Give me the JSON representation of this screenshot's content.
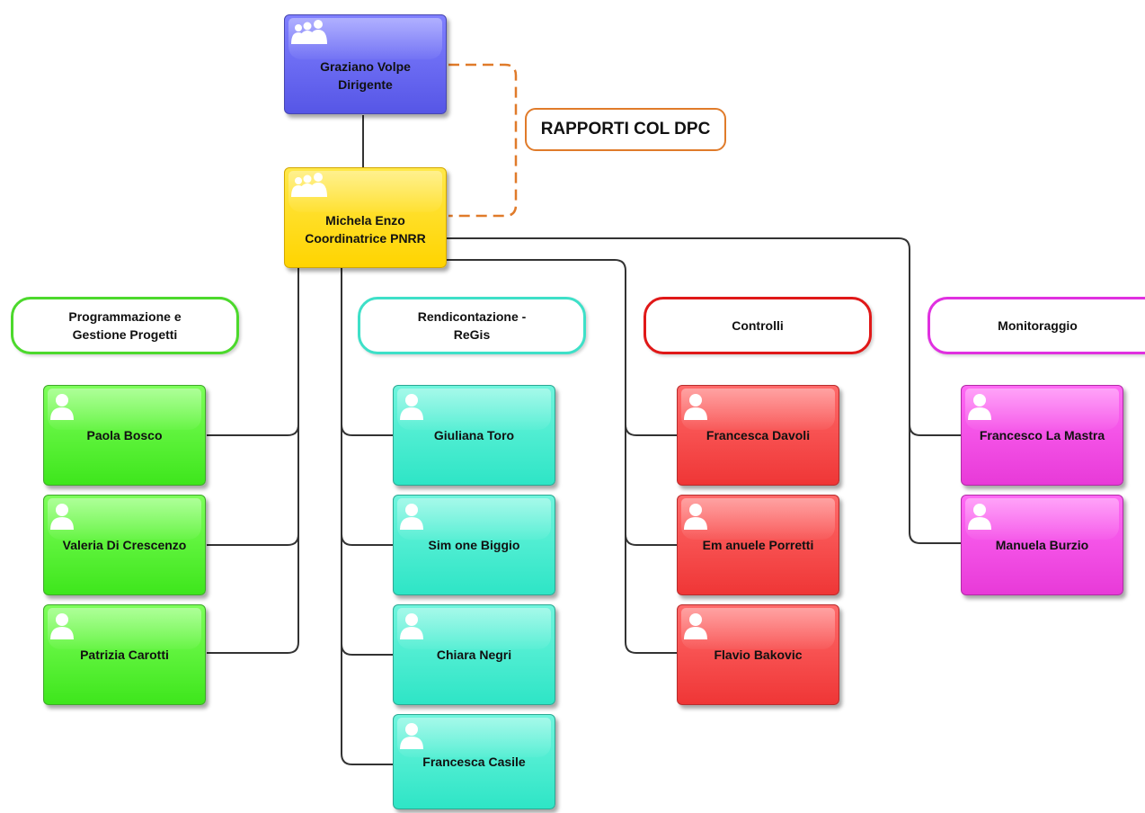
{
  "top": {
    "name": "Graziano Volpe",
    "role": "Dirigente",
    "color": "#6060f0"
  },
  "coordinator": {
    "name": "Michela Enzo",
    "role": "Coordinatrice PNRR",
    "color": "#ffdd22"
  },
  "callout": {
    "text": "RAPPORTI COL DPC",
    "color": "#e07b2a"
  },
  "groups": [
    {
      "title_line1": "Programmazione e",
      "title_line2": "Gestione Progetti",
      "color": "#4cd92c",
      "members": [
        "Paola Bosco",
        "Valeria Di Crescenzo",
        "Patrizia Carotti"
      ]
    },
    {
      "title_line1": "Rendicontazione -",
      "title_line2": "ReGis",
      "color": "#3ee0c8",
      "members": [
        "Giuliana Toro",
        "Sim one Biggio",
        "Chiara Negri",
        "Francesca Casile"
      ]
    },
    {
      "title_line1": "Controlli",
      "title_line2": "",
      "color": "#e01818",
      "members": [
        "Francesca Davoli",
        "Em anuele Porretti",
        "Flavio Bakovic"
      ]
    },
    {
      "title_line1": "Monitoraggio",
      "title_line2": "",
      "color": "#e030e0",
      "members": [
        "Francesco La Mastra",
        "Manuela Burzio"
      ]
    }
  ]
}
